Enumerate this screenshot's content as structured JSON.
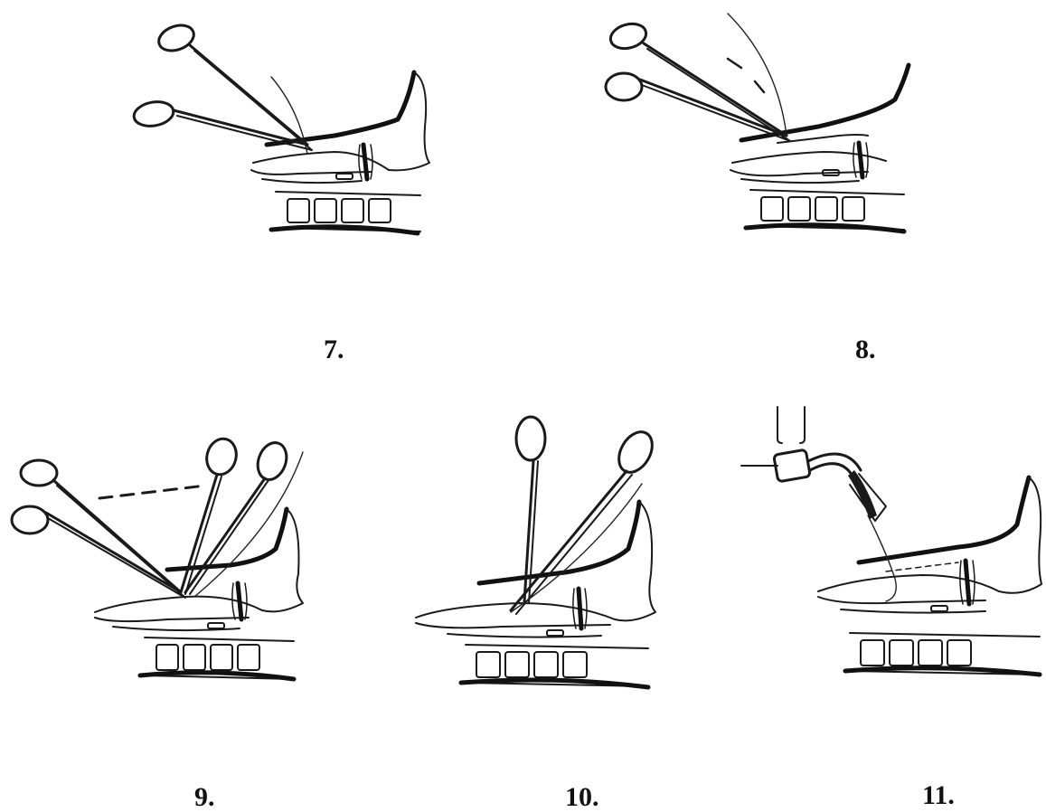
{
  "figures": [
    {
      "label": "7."
    },
    {
      "label": "8."
    },
    {
      "label": "9."
    },
    {
      "label": "10."
    },
    {
      "label": "11."
    }
  ],
  "colors": {
    "ink": "#1a1a1a",
    "paper": "#ffffff"
  }
}
